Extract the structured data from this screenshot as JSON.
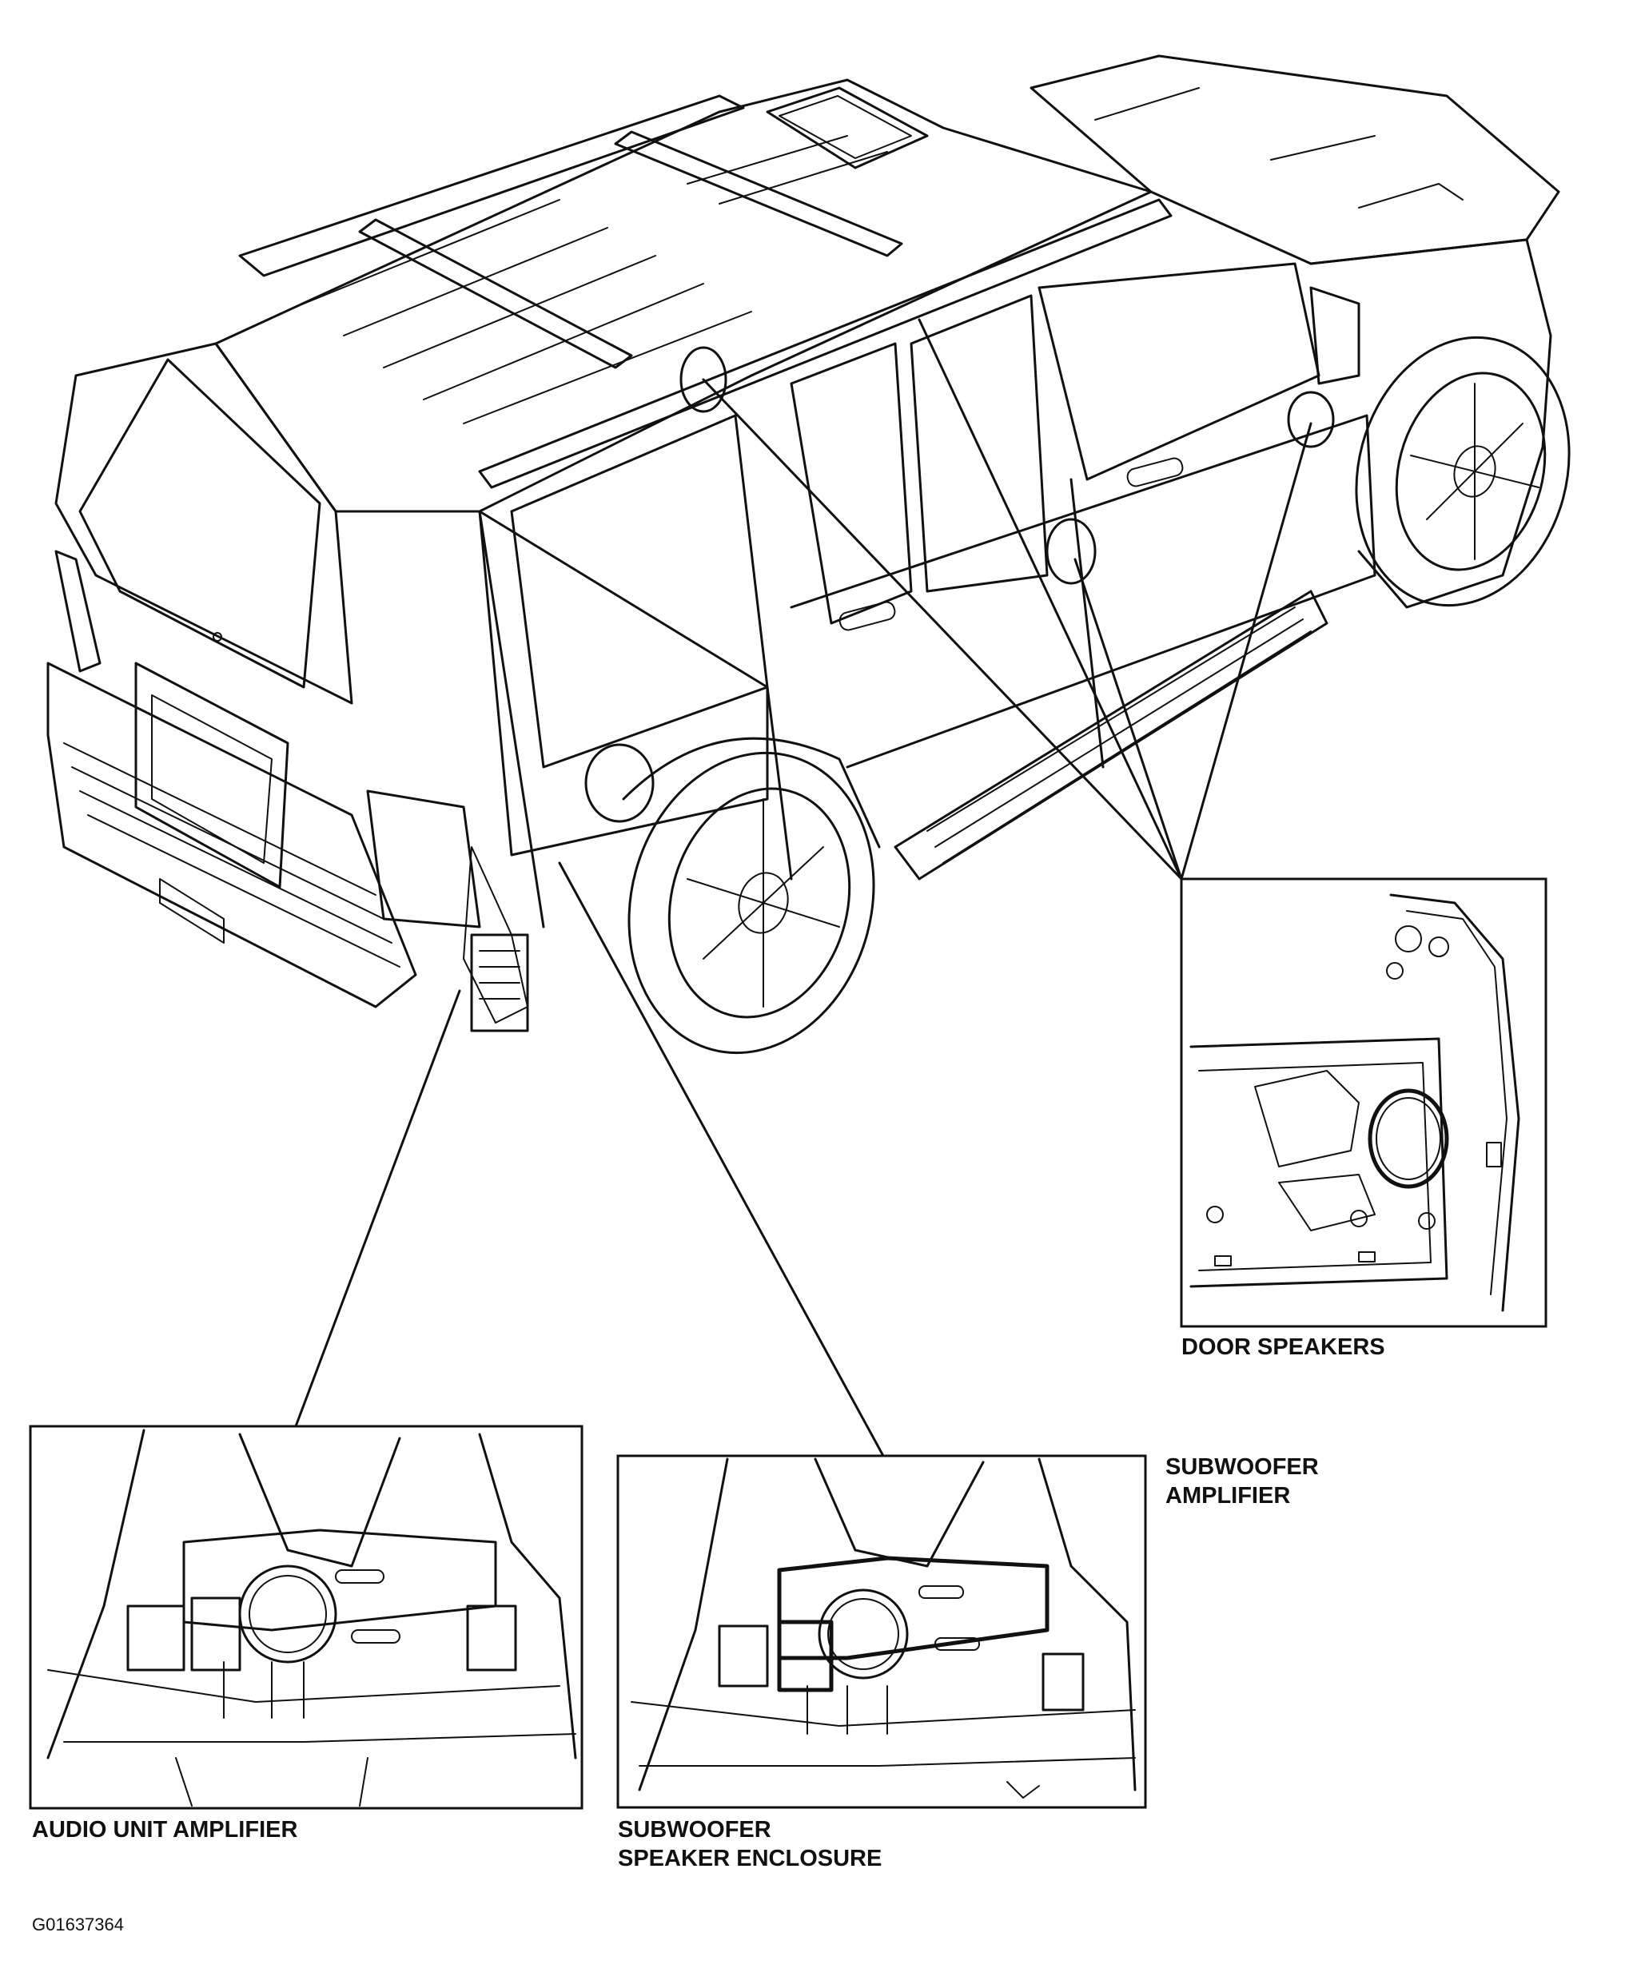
{
  "labels": {
    "door_speakers": "DOOR SPEAKERS",
    "subwoofer_amplifier_line1": "SUBWOOFER",
    "subwoofer_amplifier_line2": "AMPLIFIER",
    "audio_unit_amplifier": "AUDIO UNIT AMPLIFIER",
    "subwoofer_enclosure_line1": "SUBWOOFER",
    "subwoofer_enclosure_line2": "SPEAKER ENCLOSURE"
  },
  "figure_code": "G01637364"
}
